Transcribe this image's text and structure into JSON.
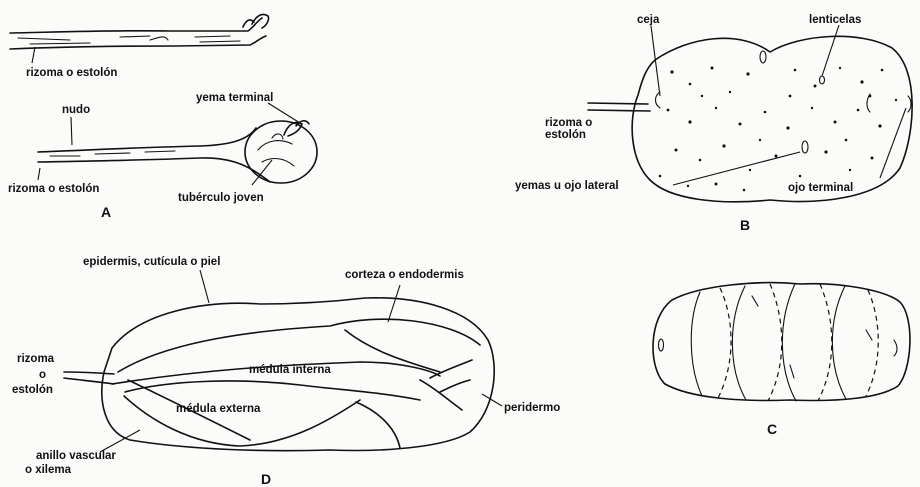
{
  "panels": {
    "A": {
      "letter": "A",
      "labels": {
        "stolon_top": "rizoma o estolón",
        "node": "nudo",
        "terminal_bud": "yema terminal",
        "stolon_bottom": "rizoma o estolón",
        "young_tuber": "tubérculo joven"
      }
    },
    "B": {
      "letter": "B",
      "labels": {
        "eyebrow": "ceja",
        "lenticels": "lenticelas",
        "stolon_line1": "rizoma o",
        "stolon_line2": "estolón",
        "lateral_buds": "yemas u ojo lateral",
        "terminal_eye": "ojo terminal"
      }
    },
    "C": {
      "letter": "C"
    },
    "D": {
      "letter": "D",
      "labels": {
        "epidermis": "epidermis, cutícula o piel",
        "cortex": "corteza o endodermis",
        "stolon_line1": "rizoma",
        "stolon_line2": "o",
        "stolon_line3": "estolón",
        "inner_medulla": "médula interna",
        "outer_medulla": "médula externa",
        "periderm": "peridermo",
        "vascular_line1": "anillo vascular",
        "vascular_line2": "o xilema"
      }
    }
  }
}
